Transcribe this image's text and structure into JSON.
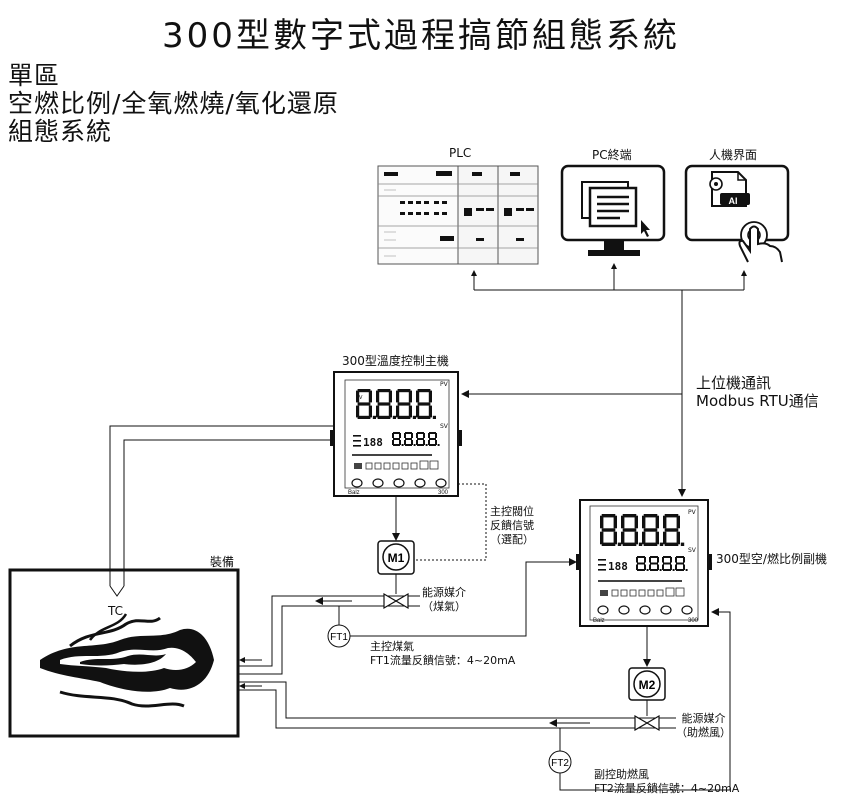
{
  "title": "300型數字式過程搞節組態系統",
  "subtitle_lines": [
    "單區",
    "空燃比例/全氧燃燒/氧化還原",
    "組態系統"
  ],
  "top_devices": [
    {
      "label": "PLC"
    },
    {
      "label": "PC終端"
    },
    {
      "label": "人機界面",
      "badge": "AI"
    }
  ],
  "comm": {
    "line1": "上位機通訊",
    "line2": "Modbus RTU通信"
  },
  "master_controller": {
    "title": "300型溫度控制主機",
    "pv_display": "8.8.8.8",
    "sv_display": "8.8.8.8",
    "small_display": "188",
    "pv_tag": "PV",
    "sv_tag": "SV",
    "brand": "Balz",
    "model": "300"
  },
  "slave_controller": {
    "title": "300型空/燃比例副機",
    "pv_display": "8.8.8.8",
    "sv_display": "8.8.8.8",
    "small_display": "188",
    "pv_tag": "PV",
    "sv_tag": "SV",
    "brand": "Balz",
    "model": "300"
  },
  "feedback_note": "主控閥位\n反饋信號\n（選配）",
  "equipment_label": "裝備",
  "tc_label": "TC",
  "m1": "M1",
  "m2": "M2",
  "ft1": "FT1",
  "ft2": "FT2",
  "fuel_medium": "能源媒介\n（煤氣）",
  "air_medium": "能源媒介\n（助燃風）",
  "ft1_note": "主控煤氣\nFT1流量反饋信號：4~20mA",
  "ft2_note": "副控助燃風\nFT2流量反饋信號：4~20mA"
}
